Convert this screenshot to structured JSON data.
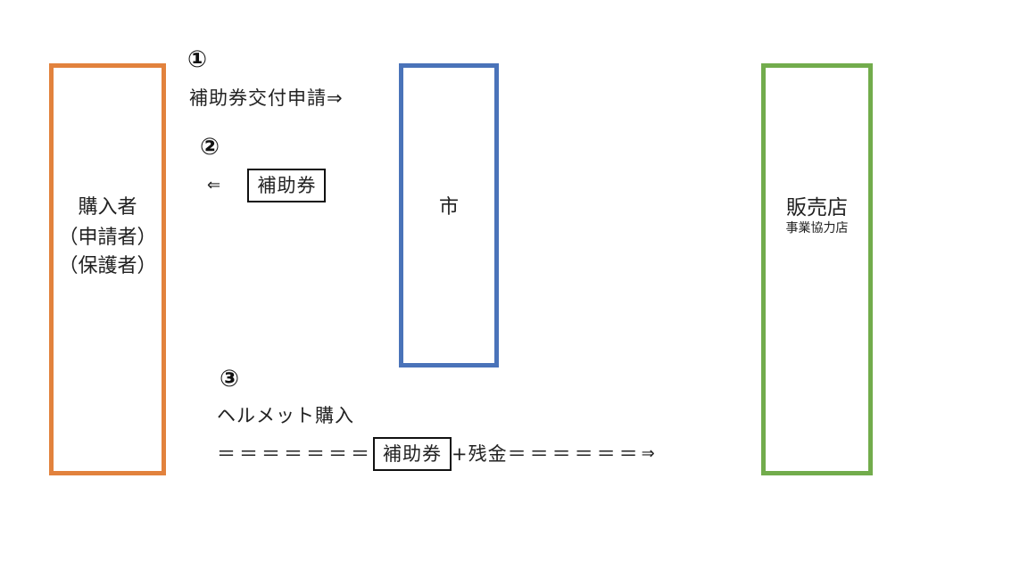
{
  "entities": {
    "buyer": {
      "lines": [
        "購入者",
        "（申請者）",
        "（保護者）"
      ],
      "border_color": "#e2823d"
    },
    "city": {
      "name": "市",
      "border_color": "#4a73b9"
    },
    "shop": {
      "name": "販売店",
      "sub": "事業協力店",
      "border_color": "#72ac4c"
    }
  },
  "steps": [
    {
      "number": "①",
      "label": "補助券交付申請⇒"
    },
    {
      "number": "②",
      "arrow": "⇐",
      "voucher": "補助券"
    },
    {
      "number": "③",
      "label": "ヘルメット購入",
      "dashes_left": "＝＝＝＝＝＝＝",
      "voucher": "補助券",
      "extra": "+残金",
      "dashes_right": "＝＝＝＝＝＝",
      "arrow": "⇒"
    }
  ]
}
